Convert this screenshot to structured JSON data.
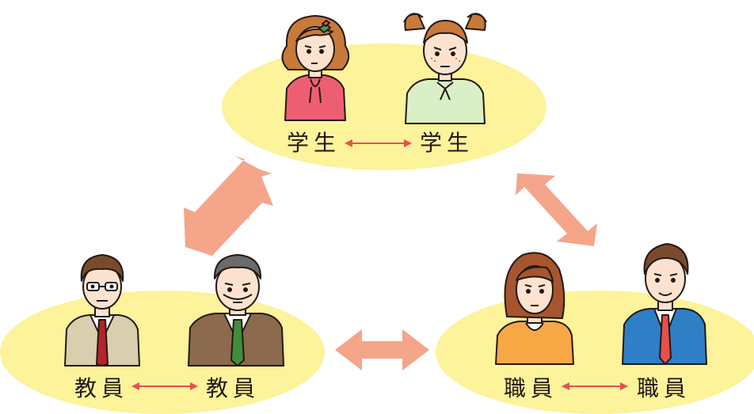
{
  "groups": {
    "students": {
      "left_label": "学生",
      "right_label": "学生"
    },
    "teachers": {
      "left_label": "教員",
      "right_label": "教員"
    },
    "staff": {
      "left_label": "職員",
      "right_label": "職員"
    }
  },
  "colors": {
    "ellipse_fill": "#fcf39a",
    "big_arrow": "#f4a58a",
    "small_arrow": "#e8504a",
    "outline": "#231815",
    "skin": "#fde3cf"
  },
  "icons": {
    "students": [
      "student-girl-pink-hoodie-icon",
      "student-girl-pigtails-icon"
    ],
    "teachers": [
      "teacher-glasses-beige-suit-icon",
      "teacher-elder-brown-suit-icon"
    ],
    "staff": [
      "staff-woman-orange-sweater-icon",
      "staff-man-blue-suit-icon"
    ]
  }
}
